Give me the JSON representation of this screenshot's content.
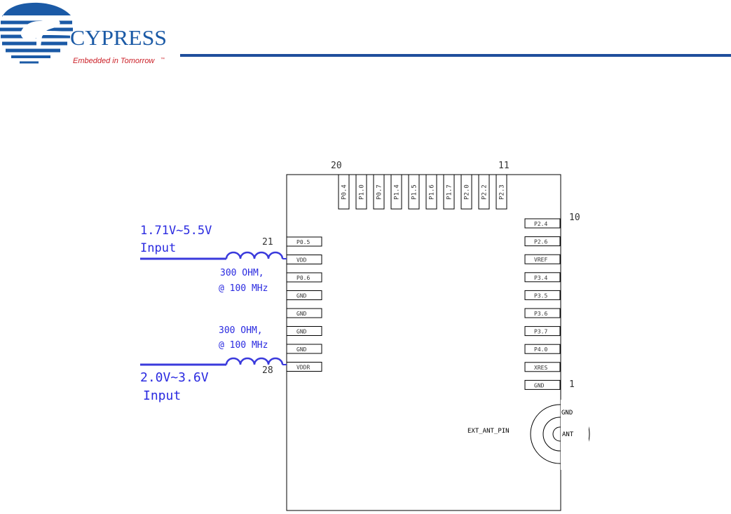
{
  "logo": {
    "brand": "CYPRESS",
    "tagline": "Embedded in Tomorrow",
    "trademark": "™",
    "colors": {
      "blue": "#1b5aa6",
      "red": "#cc2229",
      "rule": "#1f4e9c"
    }
  },
  "module": {
    "top_pin_numbers": {
      "left": "20",
      "right": "11"
    },
    "top_pins": [
      "P0.4",
      "P1.0",
      "P0.7",
      "P1.4",
      "P1.5",
      "P1.6",
      "P1.7",
      "P2.0",
      "P2.2",
      "P2.3"
    ],
    "left_pin_numbers": {
      "top": "21",
      "bottom": "28"
    },
    "left_pins": [
      "P0.5",
      "VDD",
      "P0.6",
      "GND",
      "GND",
      "GND",
      "GND",
      "VDDR"
    ],
    "right_pin_numbers": {
      "top": "10",
      "bottom": "1"
    },
    "right_pins": [
      "P2.4",
      "P2.6",
      "VREF",
      "P3.4",
      "P3.5",
      "P3.6",
      "P3.7",
      "P4.0",
      "XRES",
      "GND"
    ],
    "antenna": {
      "label": "EXT_ANT_PIN",
      "gnd": "GND",
      "ant": "ANT"
    }
  },
  "supplies": [
    {
      "voltage": "1.71V~5.5V",
      "input": "Input",
      "bead_line1": "300 OHM,",
      "bead_line2": "@ 100 MHz"
    },
    {
      "voltage": "2.0V~3.6V",
      "input": "Input",
      "bead_line1": "300 OHM,",
      "bead_line2": "@ 100 MHz"
    }
  ],
  "colors": {
    "wire": "#3a3adc",
    "annotation": "#2a2ae0",
    "outline": "#000000",
    "pin_text": "#333333"
  }
}
